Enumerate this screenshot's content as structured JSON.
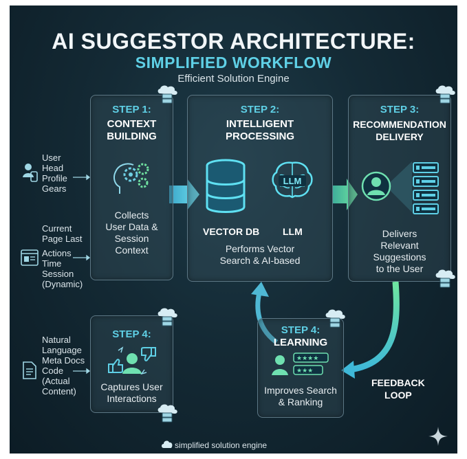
{
  "header": {
    "title": "AI SUGGESTOR ARCHITECTURE:",
    "subtitle": "SIMPLIFIED WORKFLOW",
    "tagline": "Efficient Solution Engine"
  },
  "inputs": {
    "user": [
      "User",
      "Head",
      "Profile",
      "Gears"
    ],
    "page": [
      "Current",
      "Page Last",
      "Actions",
      "Time",
      "Session",
      "(Dynamic)"
    ],
    "docs": [
      "Natural",
      "Language",
      "Meta Docs",
      "Code",
      "(Actual",
      "Content)"
    ]
  },
  "steps": {
    "s1": {
      "heading": "STEP 1:",
      "title": [
        "CONTEXT",
        "BUILDING"
      ],
      "desc": [
        "Collects",
        "User Data &",
        "Session",
        "Context"
      ]
    },
    "s2": {
      "heading": "STEP 2:",
      "title": [
        "INTELLIGENT",
        "PROCESSING"
      ],
      "vector_label": "VECTOR DB",
      "llm_label": "LLM",
      "llm_icon_text": "LLM",
      "desc": [
        "Performs Vector",
        "Search & AI-based"
      ]
    },
    "s3": {
      "heading": "STEP 3:",
      "title": [
        "RECOMMENDATION",
        "DELIVERY"
      ],
      "desc": [
        "Delivers",
        "Relevant",
        "Suggestions",
        "to the User"
      ]
    },
    "s4a": {
      "heading": "STEP 4:",
      "desc": [
        "Captures User",
        "Interactions"
      ]
    },
    "s4b": {
      "heading": "STEP 4:",
      "title": "LEARNING",
      "desc": [
        "Improves Search",
        "& Ranking"
      ]
    }
  },
  "feedback": [
    "FEEDBACK",
    "LOOP"
  ],
  "footer": "simplified solution engine",
  "colors": {
    "accent": "#5fd0e6",
    "green": "#4fcf95",
    "box_border": "#5d7886",
    "background": "#142a35"
  },
  "icons": [
    "cloud-server-icon",
    "gears-head-icon",
    "database-icon",
    "brain-llm-icon",
    "user-list-icon",
    "user-icon",
    "browser-icon",
    "document-icon",
    "thumbs-icon",
    "rating-stars-icon",
    "sparkle-icon"
  ]
}
